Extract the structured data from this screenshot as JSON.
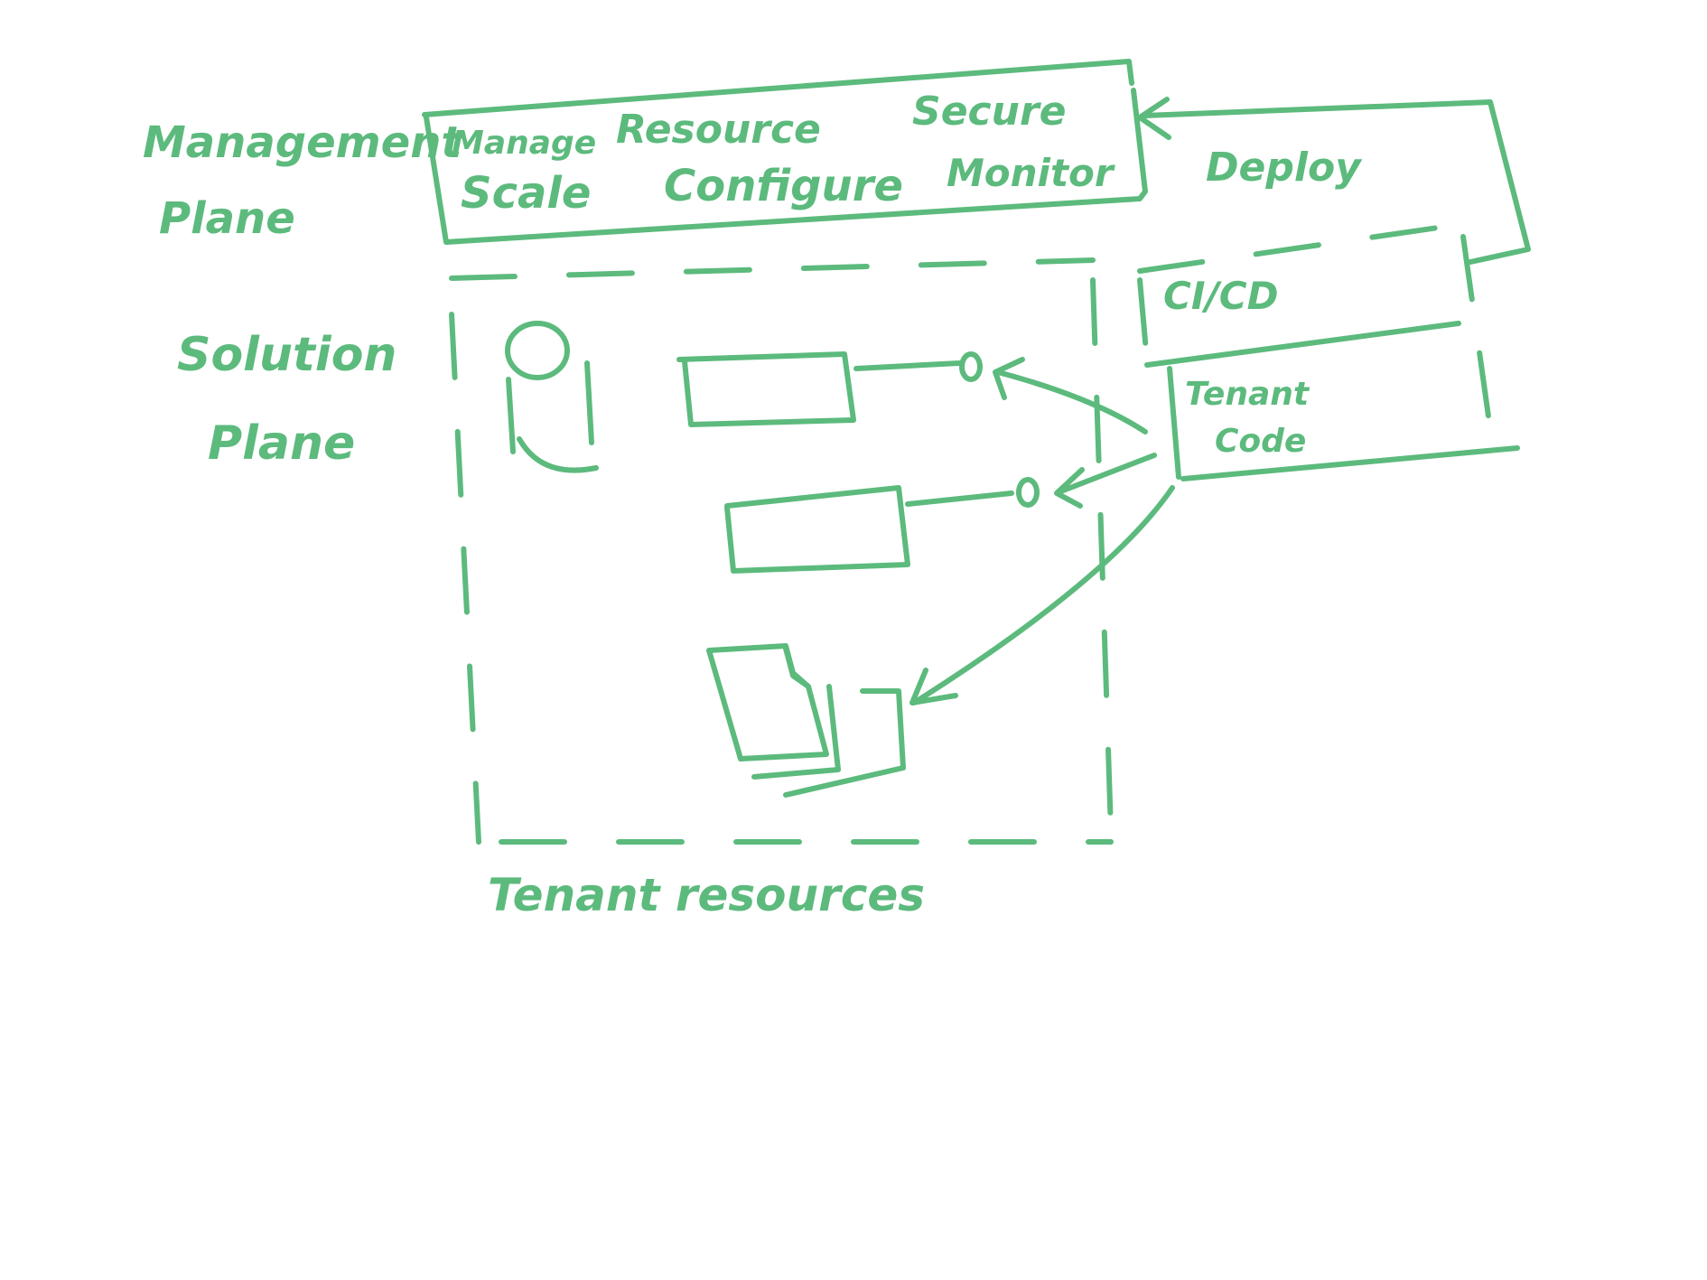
{
  "colors": {
    "ink": "#5cba7d",
    "background": "#ffffff"
  },
  "labels": {
    "management_plane_line1": "Management",
    "management_plane_line2": "Plane",
    "solution_plane_line1": "Solution",
    "solution_plane_line2": "Plane",
    "tenant_resources": "Tenant resources",
    "deploy": "Deploy",
    "ci_cd": "CI/CD",
    "tenant_code_line1": "Tenant",
    "tenant_code_line2": "Code"
  },
  "management_actions": {
    "manage": "Manage",
    "resource": "Resource",
    "secure": "Secure",
    "scale": "Scale",
    "configure": "Configure",
    "monitor": "Monitor"
  },
  "icons": {
    "database": "database-icon",
    "service_1": "service-component-icon",
    "service_2": "service-component-icon",
    "files": "documents-icon"
  }
}
